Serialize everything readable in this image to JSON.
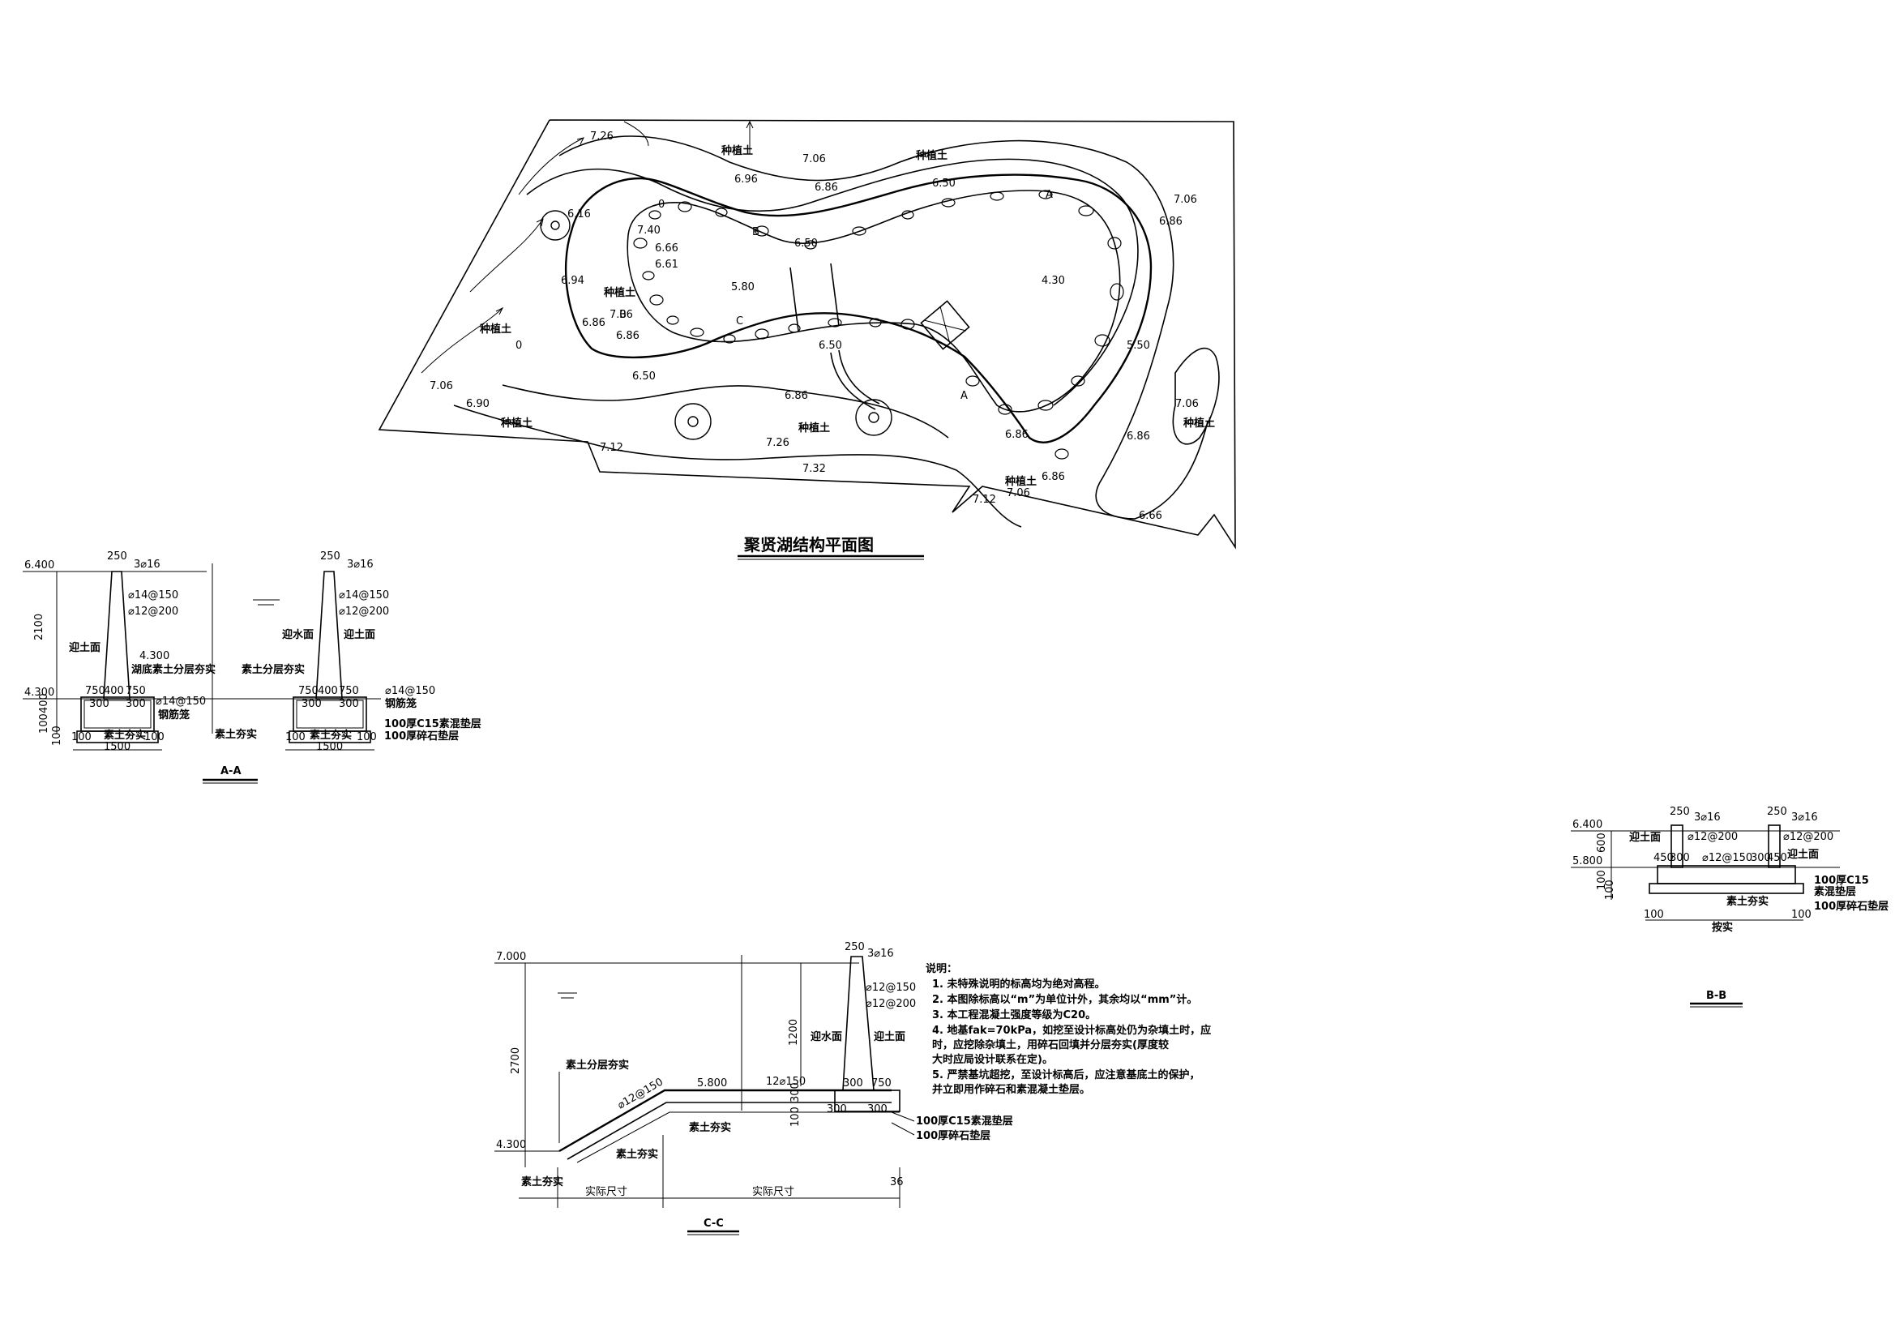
{
  "plan": {
    "title": "聚贤湖结构平面图",
    "soil_label": "种植土",
    "section_marks": [
      "A",
      "B",
      "C"
    ],
    "elevations": [
      "7.26",
      "7.06",
      "6.96",
      "6.86",
      "6.50",
      "6.16",
      "7.40",
      "6.66",
      "6.61",
      "5.80",
      "6.94",
      "6.86",
      "7.06",
      "6.86",
      "6.50",
      "4.30",
      "7.06",
      "6.86",
      "5.50",
      "6.50",
      "6.86",
      "6.90",
      "7.06",
      "7.12",
      "7.26",
      "7.32",
      "7.12",
      "7.06",
      "6.86",
      "7.06",
      "6.86",
      "6.66",
      "6.50",
      "6.86",
      "0",
      "0"
    ]
  },
  "section_aa": {
    "title": "A-A",
    "top_elev": "6.400",
    "mid_elev": "4.300",
    "low_elev": "4.300",
    "height_dim": "2100",
    "dim_400": "400",
    "dim_100": "100",
    "dim_100b": "100",
    "wall_width": "250",
    "rebar_top": "3⌀16",
    "rebar_1": "⌀14@150",
    "rebar_2": "⌀12@200",
    "rebar_3": "⌀14@150",
    "rebar_cage": "钢筋笼",
    "face_soil": "迎土面",
    "face_water": "迎水面",
    "bottom_fill": "湖底素土分层夯实",
    "soil_layer": "素土分层夯实",
    "soil_compact": "素土夯实",
    "c15_layer": "100厚C15素混垫层",
    "gravel_layer": "100厚碎石垫层",
    "d750": "750",
    "d400": "400",
    "d300": "300",
    "d1500": "1500"
  },
  "section_bb": {
    "title": "B-B",
    "top_elev": "6.400",
    "low_elev": "5.800",
    "d600": "600",
    "d100": "100",
    "wall_width": "250",
    "rebar_top": "3⌀16",
    "rebar_1": "⌀12@200",
    "rebar_2": "⌀12@150",
    "face_soil": "迎土面",
    "d450": "450",
    "d300": "300",
    "c15_layer_a": "100厚C15",
    "c15_layer_b": "素混垫层",
    "gravel_layer": "100厚碎石垫层",
    "soil_compact": "素土夯实",
    "verify": "按实"
  },
  "section_cc": {
    "title": "C-C",
    "top_elev": "7.000",
    "mid_elev": "5.800",
    "low_elev": "4.300",
    "d2700": "2700",
    "d1200": "1200",
    "d300": "300",
    "d100": "100",
    "d750": "750",
    "d36": "36",
    "wall_width": "250",
    "rebar_top": "3⌀16",
    "rebar_1": "⌀12@150",
    "rebar_2": "⌀12@200",
    "rebar_slope": "⌀12@150",
    "rebar_base": "12⌀150",
    "face_water": "迎水面",
    "face_soil": "迎土面",
    "soil_layer": "素土分层夯实",
    "soil_compact": "素土夯实",
    "c15_layer": "100厚C15素混垫层",
    "gravel_layer": "100厚碎石垫层",
    "actual_size": "实际尺寸"
  },
  "notes": {
    "heading": "说明：",
    "items": [
      "1. 未特殊说明的标高均为绝对高程。",
      "2. 本图除标高以“m”为单位计外，其余均以“mm”计。",
      "3. 本工程混凝土强度等级为C20。",
      "4. 地基fak=70kPa，如挖至设计标高处仍为杂填土时，应",
      "   时，应挖除杂填土，用碎石回填并分层夯实(厚度较",
      "   大时应局设计联系在定)。",
      "5. 严禁基坑超挖，至设计标高后，应注意基底土的保护，",
      "   并立即用作碎石和素混凝土垫层。"
    ]
  }
}
